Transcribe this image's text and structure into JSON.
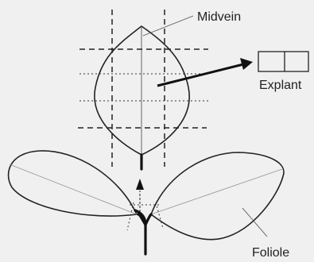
{
  "labels": {
    "midvein": "Midvein",
    "explant": "Explant",
    "foliole": "Foliole"
  },
  "colors": {
    "background": "#f0f0f1",
    "line": "#222222"
  }
}
